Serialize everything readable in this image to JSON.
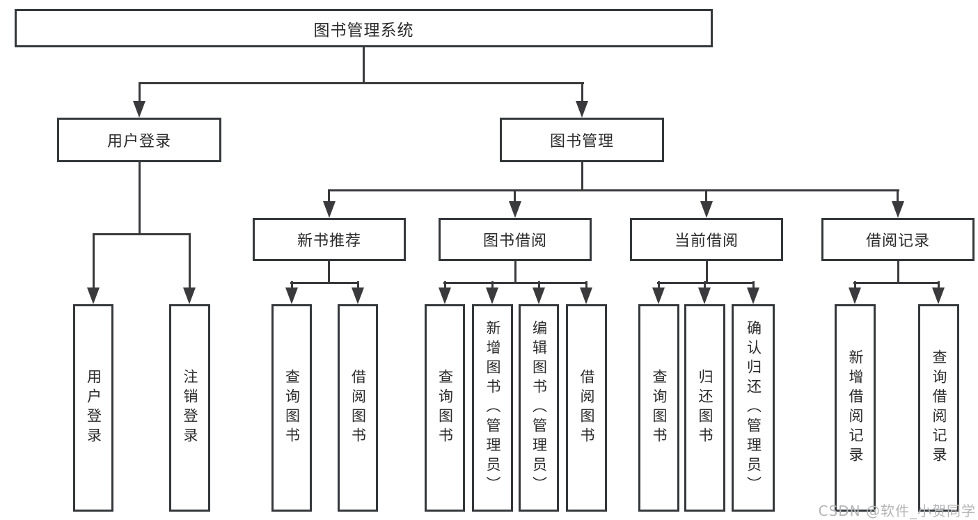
{
  "tree": {
    "label": "图书管理系统",
    "children": [
      {
        "label": "用户登录",
        "children": [
          {
            "label": "用户登录"
          },
          {
            "label": "注销登录"
          }
        ]
      },
      {
        "label": "图书管理",
        "children": [
          {
            "label": "新书推荐",
            "children": [
              {
                "label": "查询图书"
              },
              {
                "label": "借阅图书"
              }
            ]
          },
          {
            "label": "图书借阅",
            "children": [
              {
                "label": "查询图书"
              },
              {
                "label": "新增图书（管理员）"
              },
              {
                "label": "编辑图书（管理员）"
              },
              {
                "label": "借阅图书"
              }
            ]
          },
          {
            "label": "当前借阅",
            "children": [
              {
                "label": "查询图书"
              },
              {
                "label": "归还图书"
              },
              {
                "label": "确认归还（管理员）"
              }
            ]
          },
          {
            "label": "借阅记录",
            "children": [
              {
                "label": "新增借阅记录"
              },
              {
                "label": "查询借阅记录"
              }
            ]
          }
        ]
      }
    ]
  },
  "watermark": {
    "text": "CSDN @软件_小贺同学"
  },
  "colors": {
    "line": "#3a3a3d",
    "box_border": "#35383b",
    "text": "#2b2b2b",
    "watermark": "#b4b4b4",
    "background": "#ffffff"
  }
}
